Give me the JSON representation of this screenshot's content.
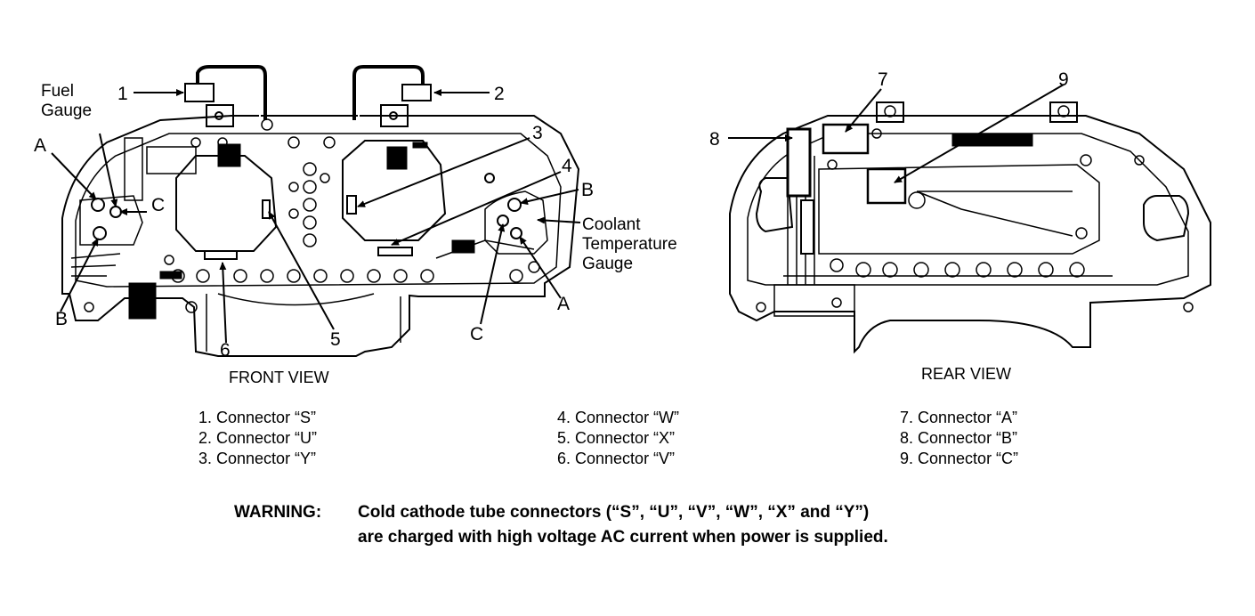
{
  "front_view": {
    "title": "FRONT VIEW",
    "labels": {
      "fuel_gauge_line1": "Fuel",
      "fuel_gauge_line2": "Gauge",
      "coolant_line1": "Coolant",
      "coolant_line2": "Temperature",
      "coolant_line3": "Gauge",
      "A_left": "A",
      "B_left": "B",
      "C_left": "C",
      "A_right": "A",
      "B_right": "B",
      "C_right": "C",
      "n1": "1",
      "n2": "2",
      "n3": "3",
      "n4": "4",
      "n5": "5",
      "n6": "6"
    }
  },
  "rear_view": {
    "title": "REAR VIEW",
    "labels": {
      "n7": "7",
      "n8": "8",
      "n9": "9"
    }
  },
  "legend": {
    "col1": [
      "1. Connector “S”",
      "2. Connector “U”",
      "3. Connector “Y”"
    ],
    "col2": [
      "4. Connector “W”",
      "5. Connector “X”",
      "6. Connector “V”"
    ],
    "col3": [
      "7. Connector “A”",
      "8. Connector “B”",
      "9. Connector “C”"
    ]
  },
  "warning": {
    "prefix": "WARNING:",
    "line1": "Cold cathode tube connectors (“S”, “U”, “V”, “W”, “X” and “Y”)",
    "line2": "are charged with high voltage AC current when power is supplied."
  }
}
